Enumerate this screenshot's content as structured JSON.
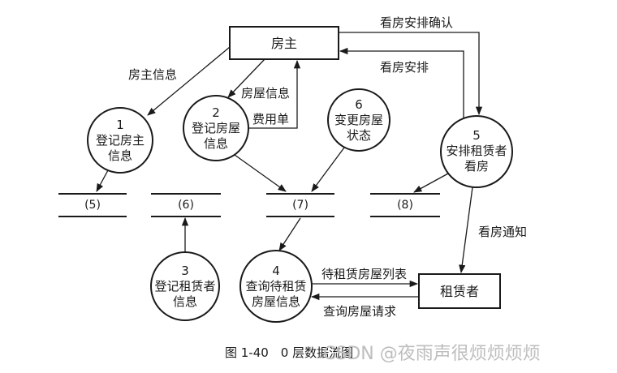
{
  "entities": {
    "landlord": "房主",
    "tenant": "租赁者"
  },
  "processes": [
    {
      "id": "1",
      "lines": [
        "登记房主",
        "信息"
      ]
    },
    {
      "id": "2",
      "lines": [
        "登记房屋",
        "信息"
      ]
    },
    {
      "id": "6",
      "lines": [
        "变更房屋",
        "状态"
      ]
    },
    {
      "id": "5",
      "lines": [
        "安排租赁者",
        "看房"
      ]
    },
    {
      "id": "3",
      "lines": [
        "登记租赁者",
        "信息"
      ]
    },
    {
      "id": "4",
      "lines": [
        "查询待租赁",
        "房屋信息"
      ]
    }
  ],
  "stores": [
    "(5)",
    "(6)",
    "(7)",
    "(8)"
  ],
  "flows": {
    "landlord_info": "房主信息",
    "house_info": "房屋信息",
    "fee_bill": "费用单",
    "viewing_confirm": "看房安排确认",
    "viewing_arrange": "看房安排",
    "viewing_notice": "看房通知",
    "rental_list": "待租赁房屋列表",
    "query_request": "查询房屋请求"
  },
  "caption": "图 1-40　0 层数据流图",
  "watermark": "CSDN @夜雨声很烦烦烦烦"
}
